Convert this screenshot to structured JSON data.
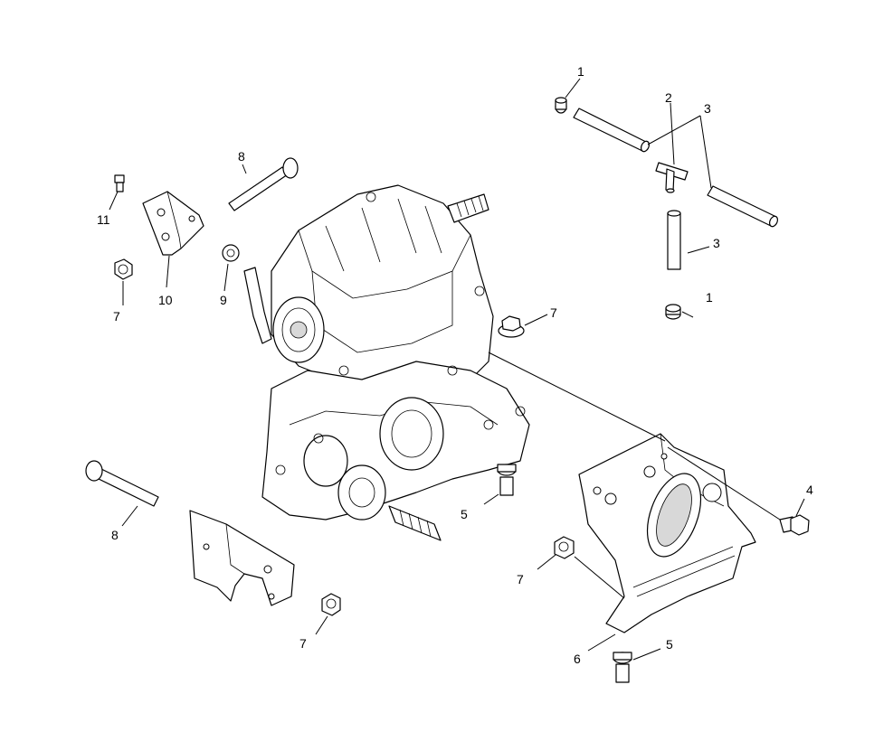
{
  "callouts": {
    "c1a": "1",
    "c1b": "1",
    "c2": "2",
    "c3a": "3",
    "c3b": "3",
    "c4": "4",
    "c5a": "5",
    "c5b": "5",
    "c6": "6",
    "c7a": "7",
    "c7b": "7",
    "c7c": "7",
    "c7d": "7",
    "c8a": "8",
    "c8b": "8",
    "c9": "9",
    "c10": "10",
    "c11": "11"
  }
}
